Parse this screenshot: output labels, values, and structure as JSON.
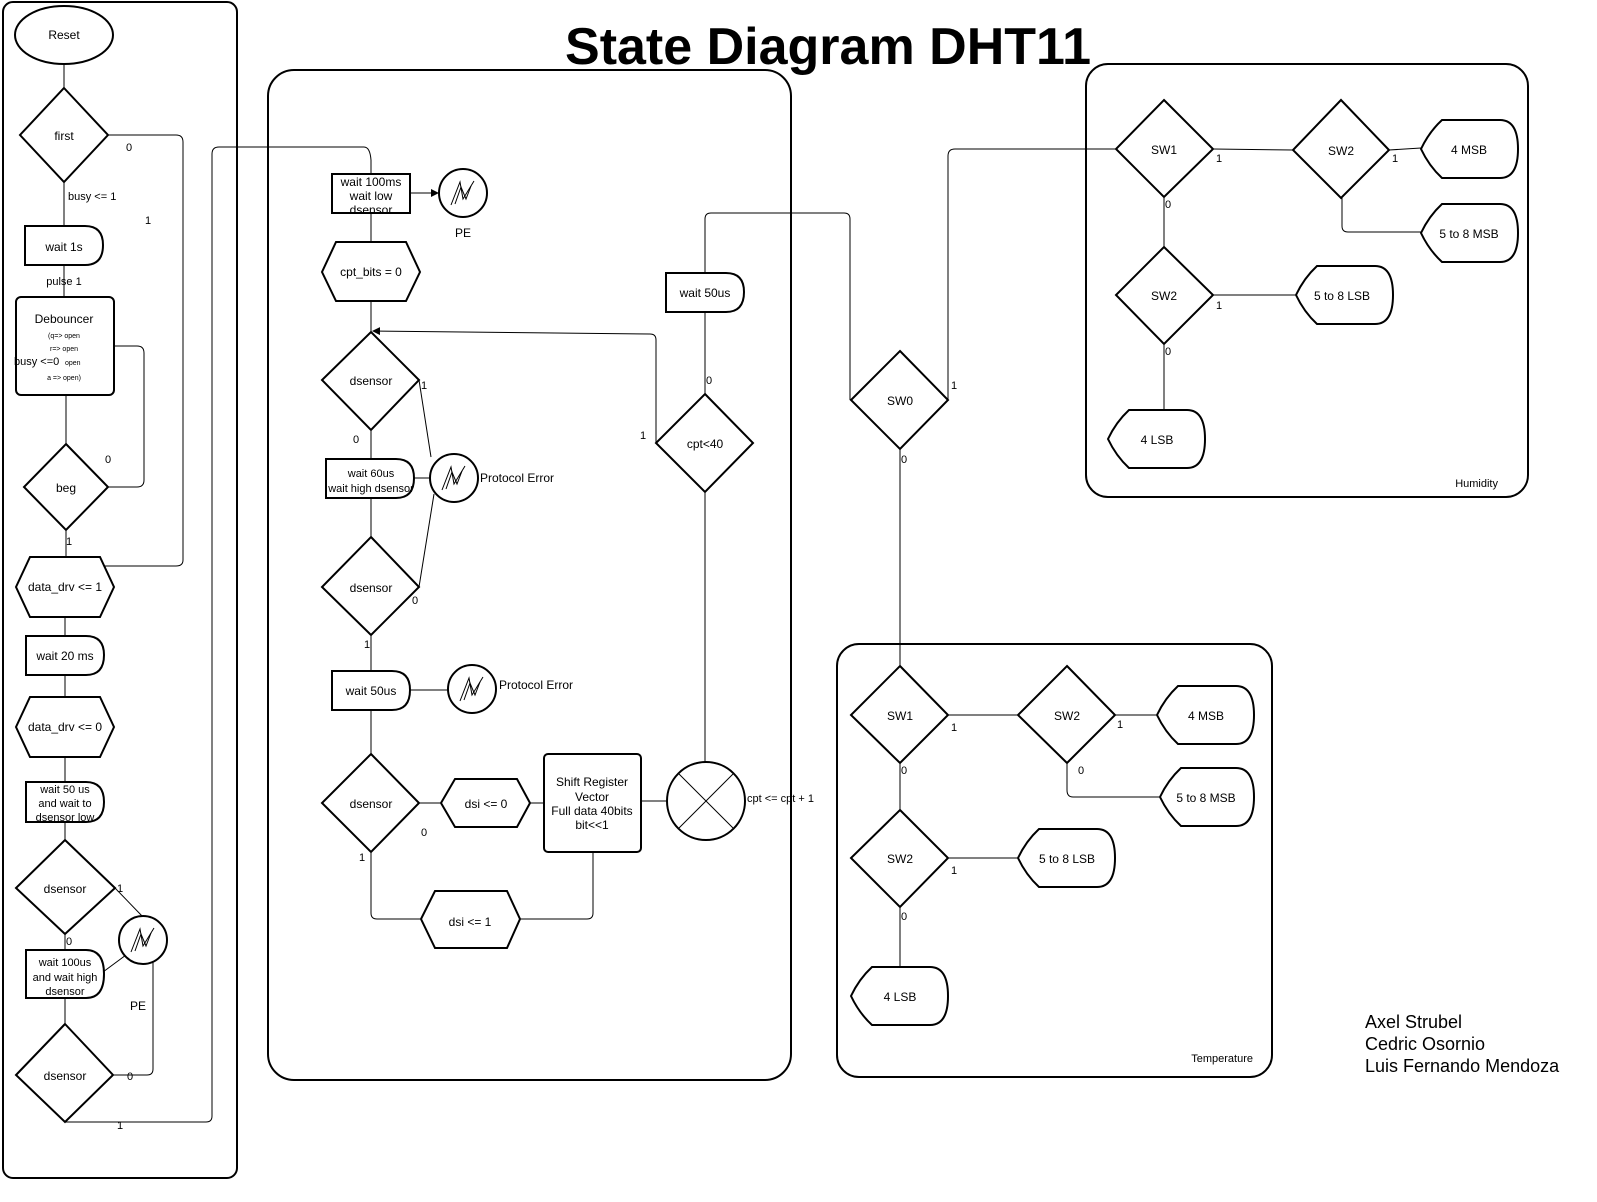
{
  "title": "State Diagram DHT11",
  "authors": [
    "Axel Strubel",
    "Cedric Osornio",
    "Luis Fernando Mendoza"
  ],
  "init": {
    "reset": "Reset",
    "first": "first",
    "first_0": "0",
    "busy1": "busy <= 1",
    "one_right": "1",
    "wait1s": "wait 1s",
    "pulse1": "pulse 1",
    "debouncer_title": "Debouncer",
    "debouncer_q": "(q=> open",
    "debouncer_r": "r=> open",
    "debouncer_busy": "busy <=0",
    "debouncer_s": "open",
    "debouncer_a": "a => open)",
    "beg": "beg",
    "beg_0": "0",
    "beg_1": "1",
    "data_drv_1": "data_drv <= 1",
    "wait20ms": "wait 20 ms",
    "data_drv_0": "data_drv <= 0",
    "wait50us_l1": "wait 50 us",
    "wait50us_l2": "and wait to",
    "wait50us_l3": "dsensor low",
    "dsensor_a": "dsensor",
    "dsensor_a_1": "1",
    "dsensor_a_0": "0",
    "wait100us_l1": "wait 100us",
    "wait100us_l2": "and wait high",
    "wait100us_l3": "dsensor",
    "pe": "PE",
    "dsensor_b": "dsensor",
    "dsensor_b_0": "0",
    "dsensor_b_1": "1"
  },
  "reading": {
    "wait100ms_l1": "wait 100ms",
    "wait100ms_l2": "wait low",
    "wait100ms_l3": "dsensor",
    "pe": "PE",
    "cpt_bits": "cpt_bits = 0",
    "dsensor_1": "dsensor",
    "d1_1": "1",
    "d1_0": "0",
    "wait60us_l1": "wait 60us",
    "wait60us_l2": "wait high dsensor",
    "protocol_error_1": "Protocol Error",
    "dsensor_2": "dsensor",
    "d2_0": "0",
    "d2_1": "1",
    "wait50us": "wait 50us",
    "protocol_error_2": "Protocol Error",
    "dsensor_3": "dsensor",
    "d3_0": "0",
    "d3_1": "1",
    "dsi0": "dsi <= 0",
    "dsi1": "dsi <= 1",
    "shift_l1": "Shift Register",
    "shift_l2": "Vector",
    "shift_l3": "Full data 40bits",
    "shift_l4": "bit<<1",
    "cpt_inc": "cpt <= cpt + 1",
    "cpt40": "cpt<40",
    "cpt40_1": "1",
    "cpt40_0": "0",
    "wait50us_b": "wait 50us"
  },
  "sw0": {
    "label": "SW0",
    "one": "1",
    "zero": "0"
  },
  "humidity": {
    "box_label": "Humidity",
    "sw1": "SW1",
    "sw1_1": "1",
    "sw1_0": "0",
    "sw2a": "SW2",
    "sw2a_1": "1",
    "msb4": "4 MSB",
    "msb58": "5 to 8 MSB",
    "sw2b": "SW2",
    "sw2b_1": "1",
    "sw2b_0": "0",
    "lsb58": "5 to 8 LSB",
    "lsb4": "4 LSB"
  },
  "temperature": {
    "box_label": "Temperature",
    "sw1": "SW1",
    "sw1_1": "1",
    "sw1_0": "0",
    "sw2a": "SW2",
    "sw2a_1": "1",
    "sw2a_0": "0",
    "msb4": "4 MSB",
    "msb58": "5 to 8 MSB",
    "sw2b": "SW2",
    "sw2b_1": "1",
    "sw2b_0": "0",
    "lsb58": "5 to 8 LSB",
    "lsb4": "4 LSB"
  }
}
